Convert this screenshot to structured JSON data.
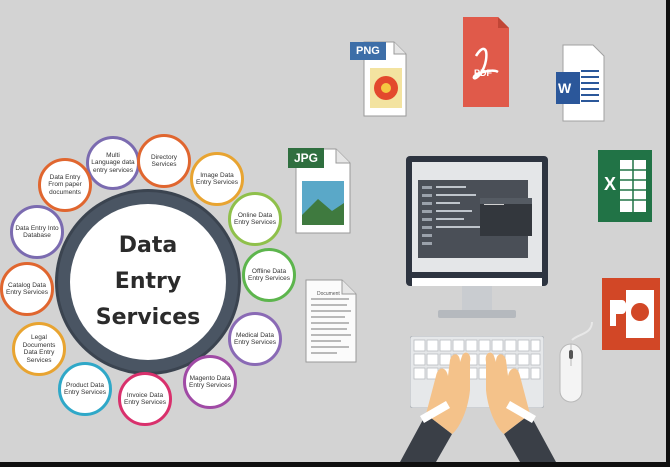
{
  "hub": {
    "line1": "Data",
    "line2": "Entry",
    "line3": "Services"
  },
  "nodes": [
    {
      "label": "Multi Language data entry services",
      "color": "#7b6bb0"
    },
    {
      "label": "Directory Services",
      "color": "#e0662f"
    },
    {
      "label": "Image Data Entry Services",
      "color": "#e8a431"
    },
    {
      "label": "Online Data Entry Services",
      "color": "#8fc04b"
    },
    {
      "label": "Offline Data Entry Services",
      "color": "#5db54d"
    },
    {
      "label": "Medical Data Entry Services",
      "color": "#8a6ab5"
    },
    {
      "label": "Magento Data Entry Services",
      "color": "#a04aa5"
    },
    {
      "label": "Invoice Data Entry Services",
      "color": "#d9306c"
    },
    {
      "label": "Product Data Entry Services",
      "color": "#2fa8c8"
    },
    {
      "label": "Legal Documents Data Entry Services",
      "color": "#e8a431"
    },
    {
      "label": "Catalog Data Entry Services",
      "color": "#e0662f"
    },
    {
      "label": "Data Entry Into Database",
      "color": "#7b6bb0"
    },
    {
      "label": "Data Entry From paper documents",
      "color": "#e0662f"
    }
  ],
  "files": {
    "png_label": "PNG",
    "jpg_label": "JPG",
    "pdf_label": "PDF",
    "word_letter": "W",
    "excel_letter": "X",
    "doc_title": "Document"
  },
  "colors": {
    "background": "#d3d3d3",
    "hub": "#4a5563",
    "pdf": "#e05a4a",
    "word": "#2b579a",
    "excel": "#217346",
    "powerpoint": "#d24726",
    "monitor": "#2d3440"
  }
}
